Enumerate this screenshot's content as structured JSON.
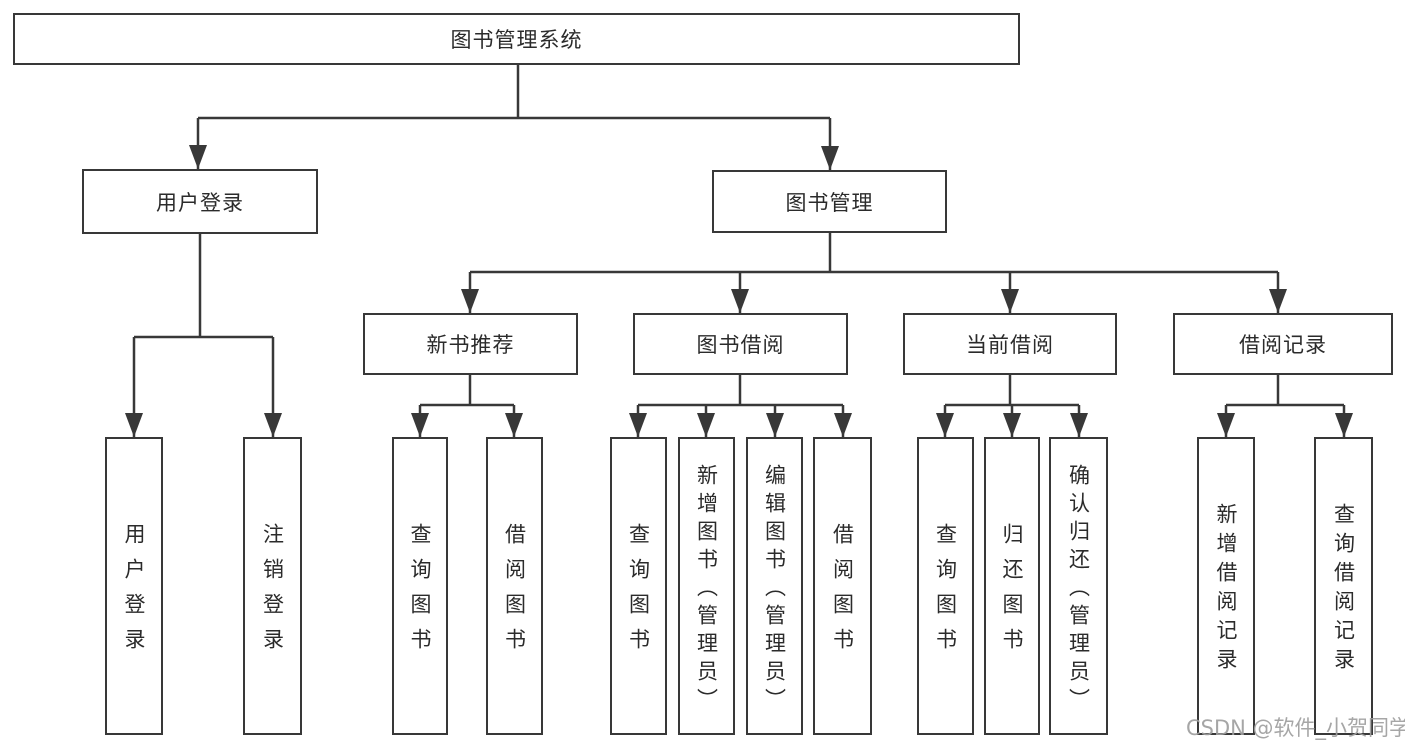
{
  "diagram": {
    "root": {
      "label": "图书管理系统"
    },
    "user_login": {
      "label": "用户登录",
      "children": [
        {
          "label": "用户登录"
        },
        {
          "label": "注销登录"
        }
      ]
    },
    "book_mgmt": {
      "label": "图书管理",
      "new_book_rec": {
        "label": "新书推荐",
        "children": [
          {
            "label": "查询图书"
          },
          {
            "label": "借阅图书"
          }
        ]
      },
      "book_borrow": {
        "label": "图书借阅",
        "children": [
          {
            "label": "查询图书"
          },
          {
            "label": "新增图书（管理员）"
          },
          {
            "label": "编辑图书（管理员）"
          },
          {
            "label": "借阅图书"
          }
        ]
      },
      "current_borrow": {
        "label": "当前借阅",
        "children": [
          {
            "label": "查询图书"
          },
          {
            "label": "归还图书"
          },
          {
            "label": "确认归还（管理员）"
          }
        ]
      },
      "borrow_record": {
        "label": "借阅记录",
        "children": [
          {
            "label": "新增借阅记录"
          },
          {
            "label": "查询借阅记录"
          }
        ]
      }
    }
  },
  "watermark": {
    "text": "CSDN @软件_小贺同学"
  },
  "colors": {
    "background": "#ffffff",
    "line": "#383838",
    "box_border": "#383838",
    "text": "#2b2b2b",
    "watermark": "#9e9e9e"
  }
}
